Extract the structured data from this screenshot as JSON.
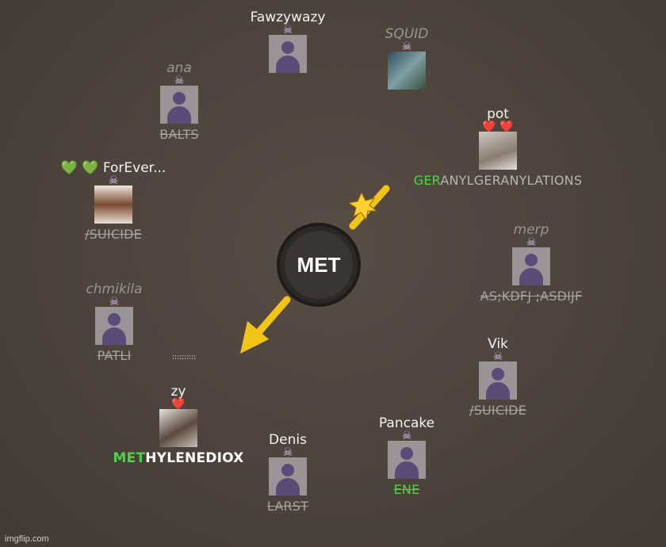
{
  "center": {
    "prompt": "MET"
  },
  "players": [
    {
      "id": "fawzywazy",
      "name": "Fawzywazy",
      "dead": false,
      "status": "☠",
      "avatar": "default",
      "word_prefix": "",
      "word_rest": "",
      "struck": false
    },
    {
      "id": "squid",
      "name": "SQUID",
      "dead": true,
      "status": "☠",
      "avatar": "photo",
      "word_prefix": "",
      "word_rest": "",
      "struck": false
    },
    {
      "id": "ana",
      "name": "ana",
      "dead": true,
      "status": "☠",
      "avatar": "default",
      "word_prefix": "",
      "word_rest": "BALTS",
      "struck": true
    },
    {
      "id": "pot",
      "name": "pot",
      "dead": false,
      "status": "❤️ ❤️",
      "avatar": "photo",
      "word_prefix": "GER",
      "word_rest": "ANYLGERANYLATIONS",
      "struck": false
    },
    {
      "id": "forever",
      "name": "ForEver...",
      "name_icons": "💚 💚",
      "dead": false,
      "status": "☠",
      "avatar": "photo",
      "word_prefix": "",
      "word_rest": "/SUICIDE",
      "struck": true
    },
    {
      "id": "merp",
      "name": "merp",
      "dead": true,
      "status": "☠",
      "avatar": "default",
      "word_prefix": "",
      "word_rest": "AS;KDFJ ;ASDIJF",
      "struck": true
    },
    {
      "id": "chmikila",
      "name": "chmikila",
      "dead": true,
      "status": "☠",
      "avatar": "default",
      "word_prefix": "",
      "word_rest": "PATLI",
      "struck": true
    },
    {
      "id": "vik",
      "name": "Vik",
      "dead": false,
      "status": "☠",
      "avatar": "default",
      "word_prefix": "",
      "word_rest": "/SUICIDE",
      "struck": true
    },
    {
      "id": "zy",
      "name": "zy",
      "dead": false,
      "status": "❤️",
      "avatar": "photo",
      "word_prefix": "MET",
      "word_rest": "HYLENEDIOX",
      "struck": false,
      "active": true
    },
    {
      "id": "pancake",
      "name": "Pancake",
      "dead": false,
      "status": "☠",
      "avatar": "default",
      "word_prefix": "",
      "word_rest": "ENE",
      "struck": true
    },
    {
      "id": "denis",
      "name": "Denis",
      "dead": false,
      "status": "☠",
      "avatar": "default",
      "word_prefix": "",
      "word_rest": "LARST",
      "struck": true
    }
  ],
  "watermark": "imgflip.com",
  "colors": {
    "accent_green": "#4fd14b",
    "arrow_yellow": "#f2c418",
    "background": "#4d433c"
  }
}
